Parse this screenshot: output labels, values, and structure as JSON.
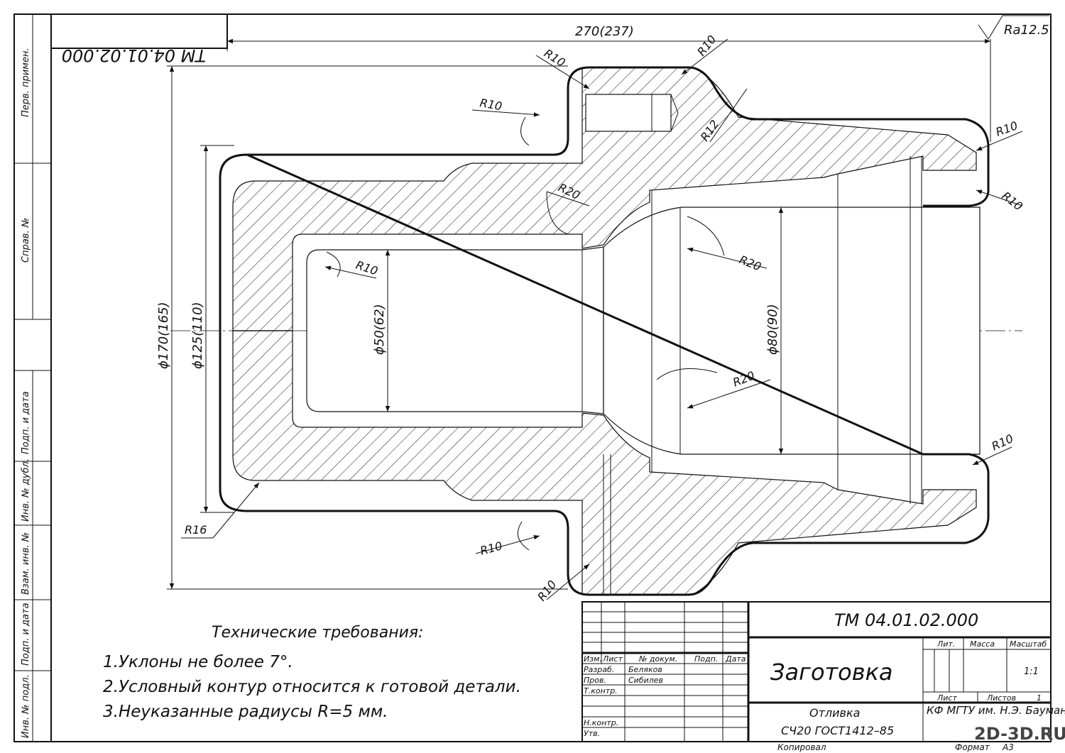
{
  "drawing": {
    "designation": "ТМ 04.01.02.000",
    "designation_mirrored": "ТМ 04.01.02.000",
    "surface_finish": "Ra12.5",
    "title": "Заготовка",
    "material_line1": "Отливка",
    "material_line2": "СЧ20 ГОСТ1412–85",
    "organization": "КФ МГТУ им. Н.Э. Баумана",
    "scale": "1:1",
    "sheets_total": "1",
    "format_label": "Формат",
    "format_value": "А3",
    "copied_label": "Копировал",
    "watermark": "2D-3D.RU"
  },
  "dimensions": {
    "length": "270(237)",
    "d170": "ϕ170(165)",
    "d125": "ϕ125(110)",
    "d50": "ϕ50(62)",
    "d80": "ϕ80(90)",
    "r10": "R10",
    "r12": "R12",
    "r16": "R16",
    "r20": "R20"
  },
  "side_stamp": {
    "perv_primen": "Перв. примен.",
    "sprav_no": "Справ. №",
    "podp_data": "Подп. и дата",
    "inv_dubl": "Инв. № дубл.",
    "vzam_inv": "Взам. инв. №",
    "podp_data2": "Подп. и дата",
    "inv_podl": "Инв. № подл."
  },
  "title_block": {
    "izm": "Изм.",
    "list": "Лист",
    "doc_no": "№ докум.",
    "podp": "Подп.",
    "data": "Дата",
    "razrab": "Разраб.",
    "razrab_name": "Беляков",
    "prov": "Пров.",
    "prov_name": "Сибилев",
    "tkontr": "Т.контр.",
    "nkontr": "Н.контр.",
    "utv": "Утв.",
    "lit": "Лит.",
    "massa": "Масса",
    "masshtab": "Масштаб",
    "list2": "Лист",
    "listov": "Листов"
  },
  "requirements": {
    "heading": "Технические требования:",
    "items": [
      "1.Уклоны не более 7°.",
      "2.Условный контур относится к готовой детали.",
      "3.Неуказанные радиусы R=5 мм."
    ]
  }
}
